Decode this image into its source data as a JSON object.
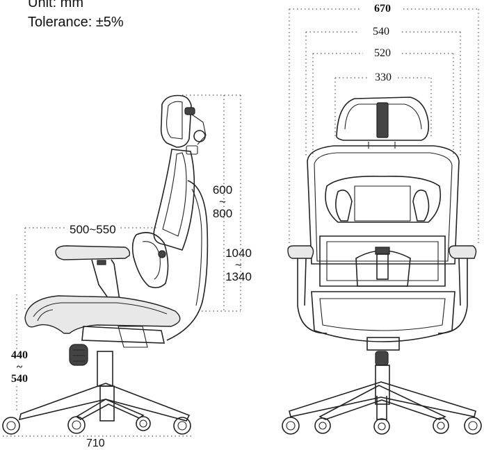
{
  "notes": {
    "unit": "Unit: mm",
    "tolerance": "Tolerance: ±5%"
  },
  "side_view": {
    "headrest_adjust": {
      "min": "600",
      "sep": "~",
      "max": "800"
    },
    "total_height": {
      "min": "1040",
      "sep": "~",
      "max": "1340"
    },
    "seat_depth": "500~550",
    "seat_height": {
      "min": "440",
      "sep": "~",
      "max": "540"
    },
    "base_depth": "710"
  },
  "front_view": {
    "total_width": "670",
    "armrest_width": "540",
    "back_width": "520",
    "headrest_width": "330"
  }
}
